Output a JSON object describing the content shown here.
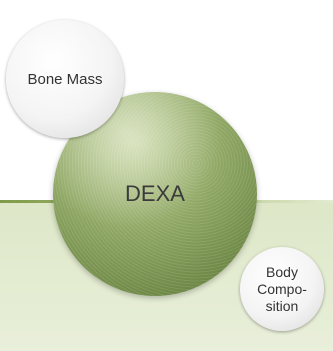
{
  "center": {
    "label": "DEXA"
  },
  "nodes": {
    "bone_mass": {
      "label": "Bone Mass"
    },
    "body_composition": {
      "line1": "Body",
      "line2": "Compo-",
      "line3": "sition"
    }
  },
  "colors": {
    "green_dark": "#5a7534",
    "green_light": "#c8d7a3",
    "band": "#dde7c7"
  }
}
